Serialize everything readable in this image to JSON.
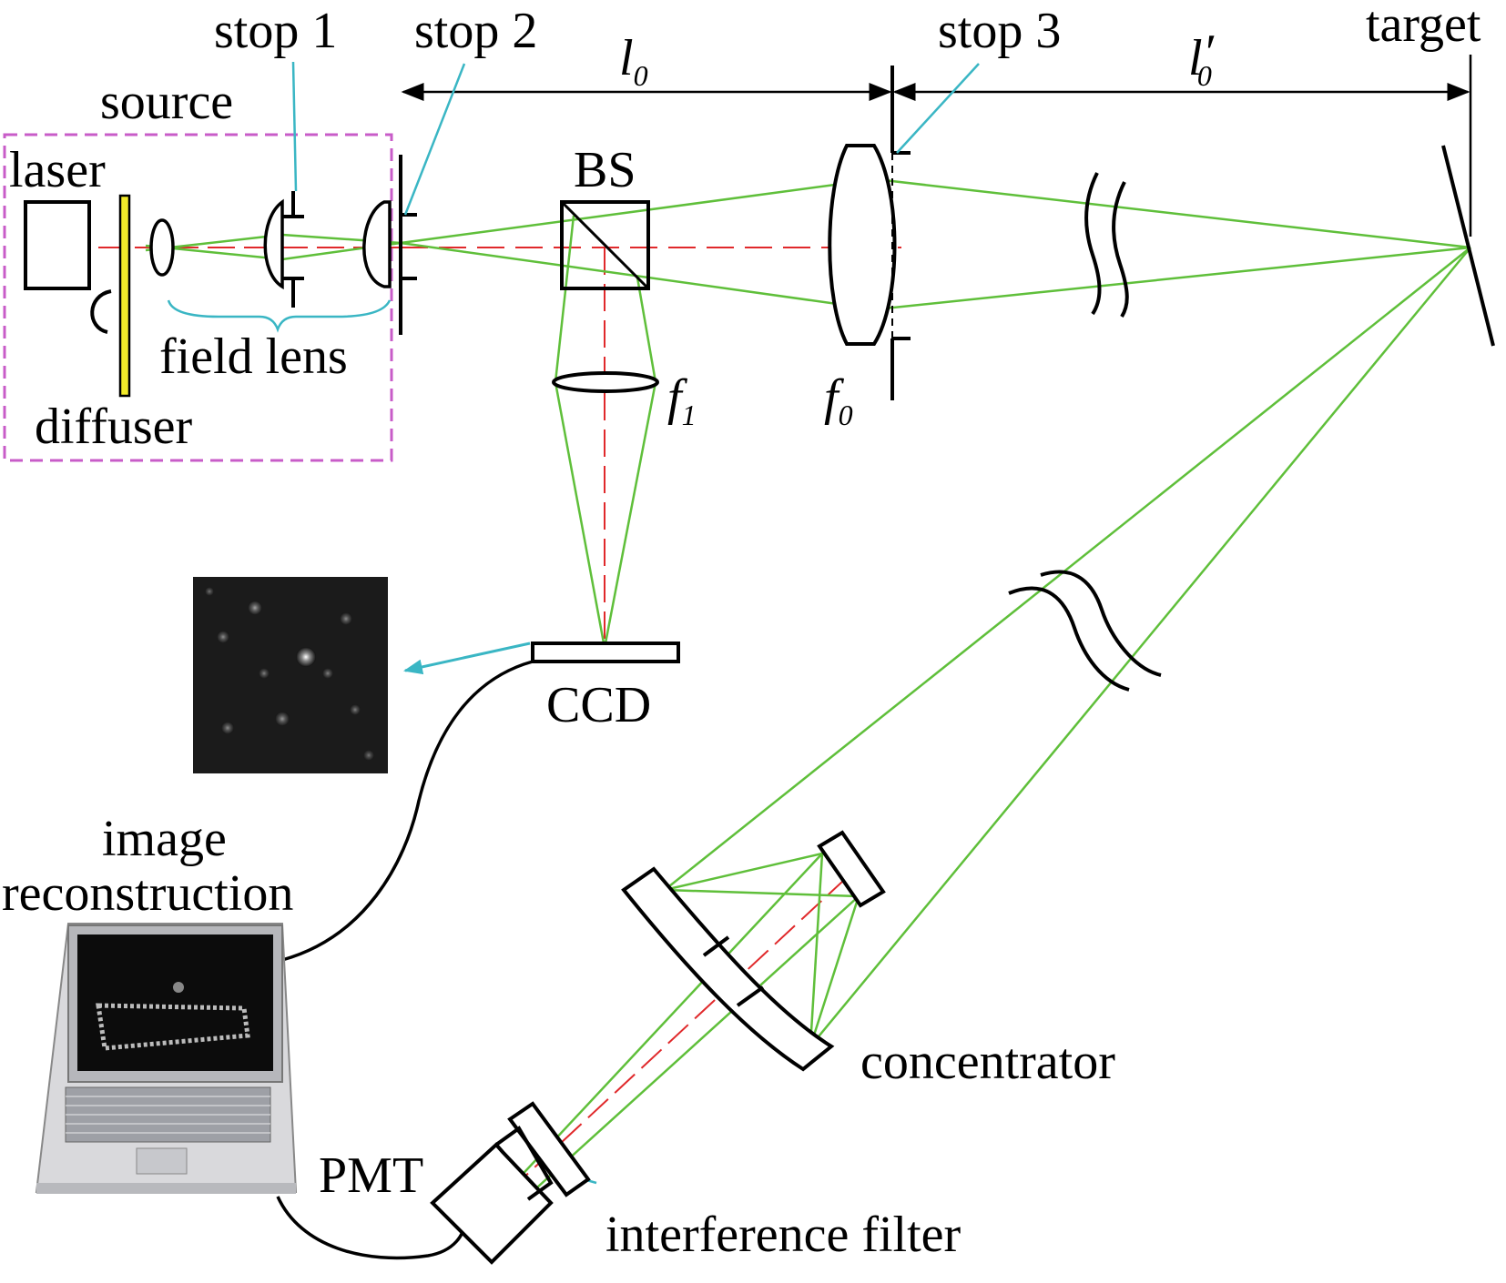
{
  "labels": {
    "source": "source",
    "laser": "laser",
    "stop1": "stop 1",
    "stop2": "stop 2",
    "stop3": "stop 3",
    "l0_main": "l",
    "l0_sub": "0",
    "l0p_main": "l",
    "l0p_prime": "′",
    "l0p_sub": "0",
    "target": "target",
    "bs": "BS",
    "field_lens": "field lens",
    "diffuser": "diffuser",
    "f1_main": "f",
    "f1_sub": "1",
    "f0_main": "f",
    "f0_sub": "0",
    "ccd": "CCD",
    "image_reconstruction_1": "image",
    "image_reconstruction_2": "reconstruction",
    "concentrator": "concentrator",
    "pmt": "PMT",
    "interference_filter": "interference filter"
  },
  "colors": {
    "beam": "#5fbf3a",
    "axis": "#e0292b",
    "pointer": "#3ab6c4",
    "source_box": "#c85cc8",
    "diffuser": "#f2ea2a",
    "outline": "#000000"
  },
  "icons": {
    "laptop": "laptop-icon",
    "speckle": "speckle-image"
  }
}
